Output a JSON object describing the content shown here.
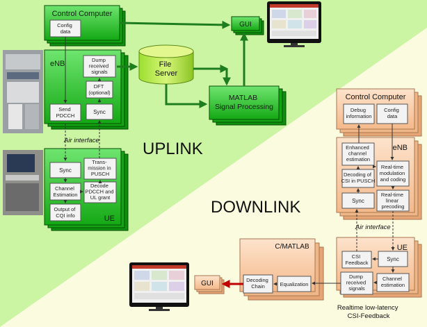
{
  "uplink": {
    "section_label": "UPLINK",
    "control_computer": {
      "title": "Control Computer",
      "config_data": [
        "Config",
        "data"
      ]
    },
    "enb": {
      "title": "eNB",
      "dump_signals": [
        "Dump",
        "received",
        "signals"
      ],
      "dft": [
        "DFT",
        "(optional)"
      ],
      "sync": "Sync",
      "send_pdcch": [
        "Send",
        "PDCCH"
      ]
    },
    "air_interface": "Air interface",
    "ue": {
      "title": "UE",
      "sync": "Sync",
      "transmission": [
        "Trans-",
        "mission in",
        "PUSCH"
      ],
      "channel_estimation": [
        "Channel",
        "Estimation"
      ],
      "decode": [
        "Decode",
        "PDCCH and",
        "UL grant"
      ],
      "cqi": [
        "Output of",
        "CQI info"
      ]
    },
    "file_server": [
      "File",
      "Server"
    ],
    "matlab": [
      "MATLAB",
      "Signal Processing"
    ],
    "gui": "GUI"
  },
  "downlink": {
    "section_label": "DOWNLINK",
    "control_computer": {
      "title": "Control Computer",
      "debug": [
        "Debug",
        "information"
      ],
      "config": [
        "Config",
        "data"
      ]
    },
    "enb": {
      "title": "eNB",
      "enhanced": [
        "Enhanced",
        "channel",
        "estimation"
      ],
      "decoding_csi": [
        "Decoding of",
        "CSI in PUSCH"
      ],
      "sync": "Sync",
      "modulation": [
        "Real-time",
        "modulation",
        "and coding"
      ],
      "precoding": [
        "Real-time",
        "linear",
        "precoding"
      ]
    },
    "air_interface": "Air interface",
    "ue": {
      "title": "UE",
      "csi_feedback": [
        "CSI",
        "Feedback"
      ],
      "sync": "Sync",
      "dump": [
        "Dump",
        "received",
        "signals"
      ],
      "channel_estimation": [
        "Channel",
        "estimation"
      ]
    },
    "cmatlab": {
      "title": "C/MATLAB",
      "decoding_chain": [
        "Decoding",
        "Chain"
      ],
      "equalization": "Equalization"
    },
    "gui": "GUI",
    "caption": [
      "Realtime low-latency",
      "CSI-Feedback"
    ]
  },
  "colors": {
    "green_fill": "#1fbf1f",
    "green_dark": "#0e7a0e",
    "orange_fill": "#f9c9a2",
    "orange_edge": "#b88a66",
    "arrow_green": "#1e7d1e",
    "arrow_red": "#c00000",
    "arrow_gray": "#8a8a8a"
  },
  "icons": [
    "monitor-screenshot-icon",
    "lab-hardware-photo"
  ]
}
